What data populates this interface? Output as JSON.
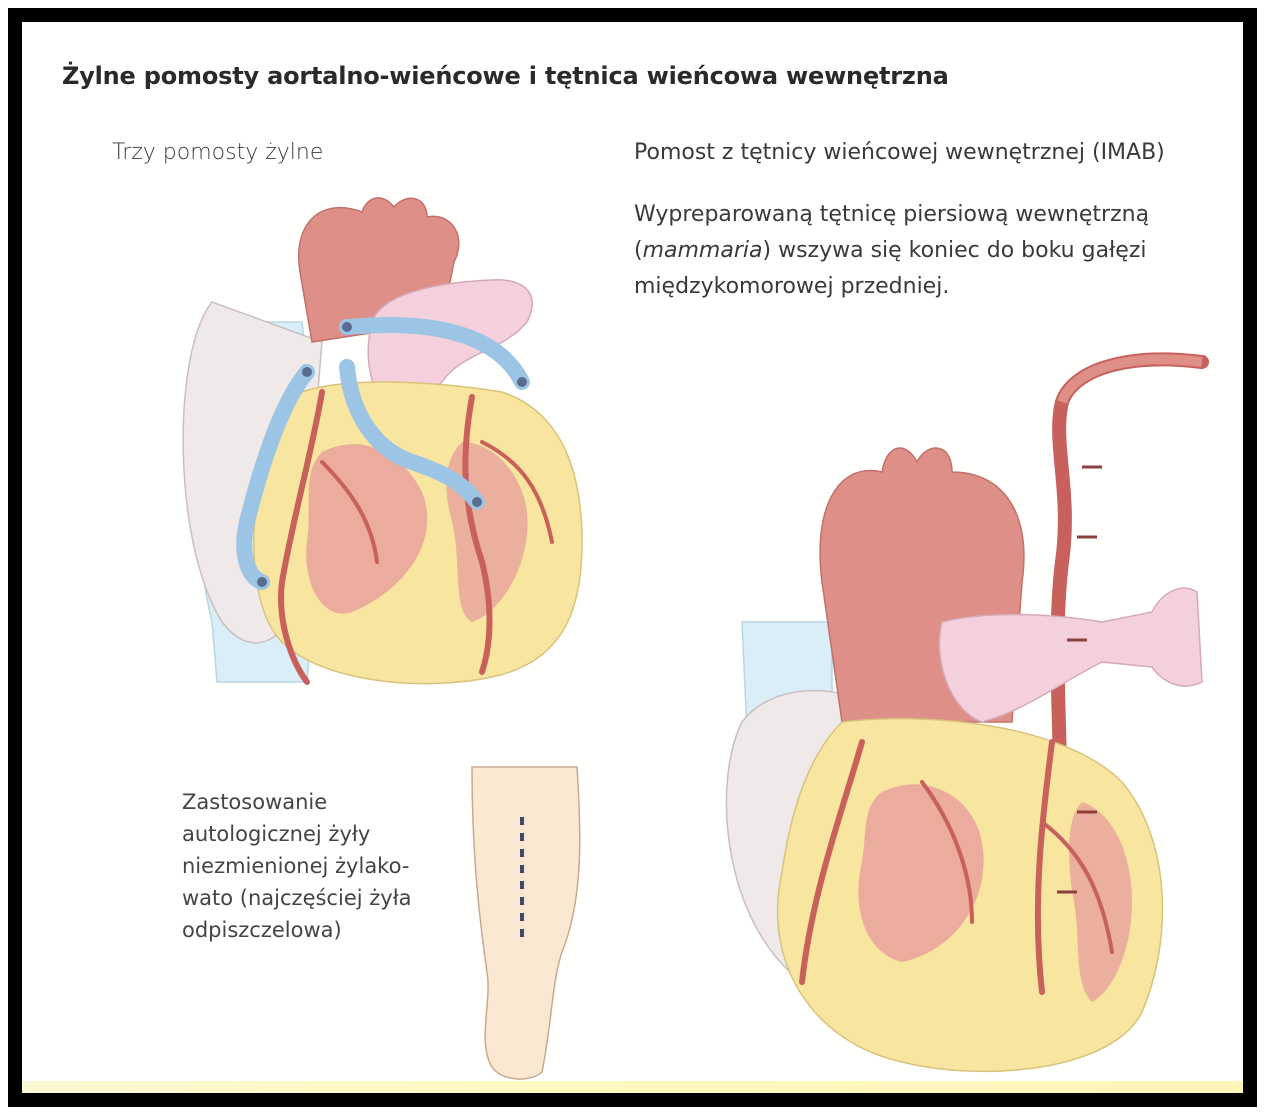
{
  "figure": {
    "title": "Żylne pomosty aortalno-wieńcowe i tętnica wieńcowa wewnętrzna",
    "left_panel": {
      "heading": "Trzy pomosty żylne",
      "leg_caption": "Zastosowanie autologicznej żyły niezmienionej żylako-wato (najczęściej żyła odpiszczelowa)"
    },
    "right_panel": {
      "heading": "Pomost z tętnicy wieńcowej wewnętrznej (IMAB)",
      "description_part1": "Wypreparowaną tętnicę piersiową wewnętrzną (",
      "description_italic": "mammaria",
      "description_part2": ") wszywa się koniec do boku gałęzi międzykomorowej przedniej."
    }
  },
  "colors": {
    "myocardium_yellow": "#f8e6a0",
    "heart_pink": "#dd8f88",
    "artery_red": "#c8605c",
    "vein_graft_blue": "#9cc4e4",
    "pulmonary_pink": "#f3d0dc",
    "vena_cava_blue": "#d9eef6",
    "atrium_grey": "#efe9ea",
    "skin": "#fbe8d3"
  },
  "icons": [
    "heart-illustration-left",
    "heart-illustration-right",
    "leg-illustration"
  ]
}
